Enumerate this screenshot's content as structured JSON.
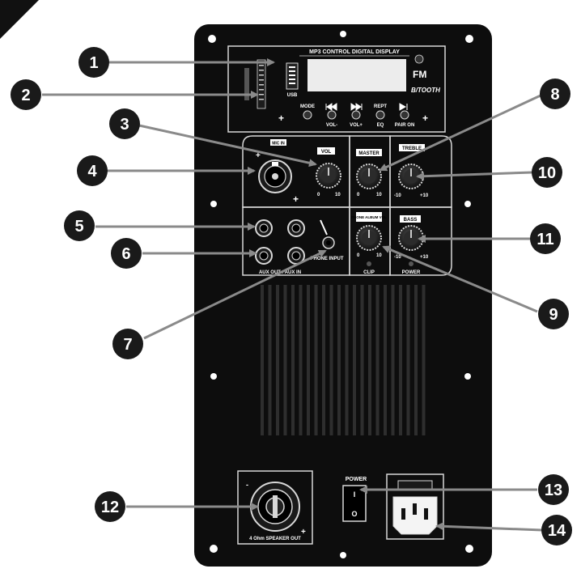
{
  "colors": {
    "panel": "#0d0d0d",
    "panel_line": "#d8d8d8",
    "callout": "#1a1a1a",
    "arrow": "#8a8a8a",
    "corner": "#111111"
  },
  "display": {
    "title": "MP3 CONTROL DIGITAL DISPLAY",
    "fm_label": "FM",
    "bt_label": "B/TOOTH",
    "slider_caption": "USB",
    "buttons": [
      {
        "label": "MODE",
        "sub": ""
      },
      {
        "label": "",
        "sub": "VOL-",
        "icon": "prev-track-icon"
      },
      {
        "label": "",
        "sub": "VOL+",
        "icon": "next-track-icon"
      },
      {
        "label": "REPT",
        "sub": "EQ"
      },
      {
        "label": "",
        "sub": "PAIR ON",
        "icon": "play-pause-icon"
      }
    ]
  },
  "mic": {
    "header": "MIC IN",
    "vol_label": "VOL",
    "scale_min": "0",
    "scale_max": "10"
  },
  "master": {
    "label": "MASTER",
    "scale_min": "0",
    "scale_max": "10"
  },
  "treble": {
    "label": "TREBLE",
    "scale_min": "-10",
    "scale_max": "+10"
  },
  "phone": {
    "label": "PHONE ALBUM VOL",
    "scale_min": "0",
    "scale_max": "10",
    "clip_label": "CLIP"
  },
  "bass": {
    "label": "BASS",
    "scale_min": "-10",
    "scale_max": "+10",
    "power_led_label": "POWER"
  },
  "aux": {
    "label": "AUX OUT / AUX IN",
    "phone_input_label": "PHONE INPUT"
  },
  "speaker": {
    "label": "4 Ohm SPEAKER OUT"
  },
  "power": {
    "label": "POWER",
    "on_mark": "I",
    "off_mark": "O"
  },
  "callouts": [
    "1",
    "2",
    "3",
    "4",
    "5",
    "6",
    "7",
    "8",
    "9",
    "10",
    "11",
    "12",
    "13",
    "14"
  ]
}
